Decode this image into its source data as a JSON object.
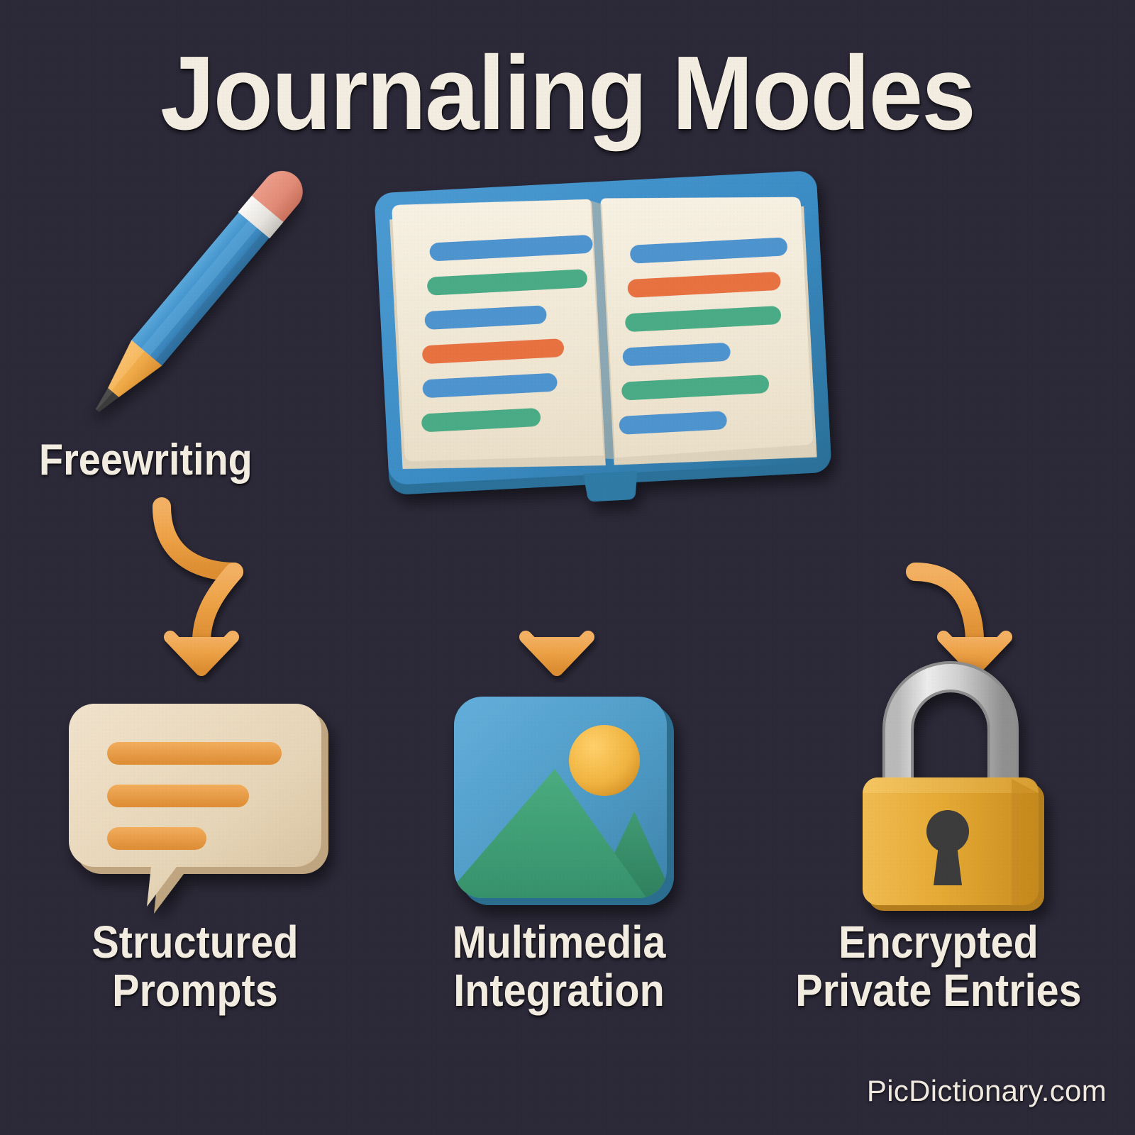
{
  "page": {
    "title": "Journaling Modes",
    "footer": "PicDictionary.com",
    "background_color": "#2b2838",
    "title_color": "#f3ece0"
  },
  "source_node": {
    "label": "Freewriting",
    "icon": "pencil-icon",
    "center_icon": "open-book-icon"
  },
  "colors": {
    "background": "#2b2838",
    "text_cream": "#f3ece0",
    "arrow_orange": "#eda247",
    "arrow_orange_dark": "#d9862c",
    "book_cover_blue": "#3a8bc4",
    "book_page_cream": "#f2ead9",
    "line_blue": "#4e93cd",
    "line_green": "#4aab86",
    "line_orange": "#e8713f",
    "bubble_cream": "#e8d7bb",
    "bubble_line_orange": "#e89a44",
    "image_sky_blue": "#4e9bc6",
    "image_mountain_green": "#3e9e72",
    "image_sun_yellow": "#f0b33f",
    "lock_body_gold": "#e5a933",
    "lock_shackle_silver": "#c7c7c7",
    "lock_keyhole": "#3b3b3b",
    "pencil_body_blue": "#3d8ec7",
    "pencil_eraser_pink": "#e28a78",
    "pencil_ferrule_white": "#e8e6e2",
    "pencil_wood_orange": "#f0ab4e",
    "pencil_tip_dark": "#3a3a3a"
  },
  "book": {
    "left_page_lines": [
      {
        "color": "#4e93cd",
        "length": "long"
      },
      {
        "color": "#4aab86",
        "length": "long"
      },
      {
        "color": "#4e93cd",
        "length": "medium"
      },
      {
        "color": "#e8713f",
        "length": "medium"
      },
      {
        "color": "#4e93cd",
        "length": "medium-long"
      },
      {
        "color": "#4aab86",
        "length": "medium"
      }
    ],
    "right_page_lines": [
      {
        "color": "#4e93cd",
        "length": "long"
      },
      {
        "color": "#e8713f",
        "length": "long"
      },
      {
        "color": "#4aab86",
        "length": "long"
      },
      {
        "color": "#4e93cd",
        "length": "medium"
      },
      {
        "color": "#4aab86",
        "length": "long"
      },
      {
        "color": "#4e93cd",
        "length": "medium"
      }
    ]
  },
  "modes": [
    {
      "id": "structured-prompts",
      "label": "Structured\nPrompts",
      "label_line1": "Structured",
      "label_line2": "Prompts",
      "icon": "speech-bubble-icon",
      "bubble_lines": 3
    },
    {
      "id": "multimedia-integration",
      "label": "Multimedia\nIntegration",
      "label_line1": "Multimedia",
      "label_line2": "Integration",
      "icon": "image-picture-icon"
    },
    {
      "id": "encrypted-private-entries",
      "label": "Encrypted\nPrivate Entries",
      "label_line1": "Encrypted",
      "label_line2": "Private Entries",
      "icon": "padlock-icon"
    }
  ],
  "connectors": {
    "style": "orange-arrows",
    "branch_count": 3,
    "description": "One vertical stem from the book plus a left S-curve and a right curve, all terminating in downward arrowheads above each mode icon."
  }
}
